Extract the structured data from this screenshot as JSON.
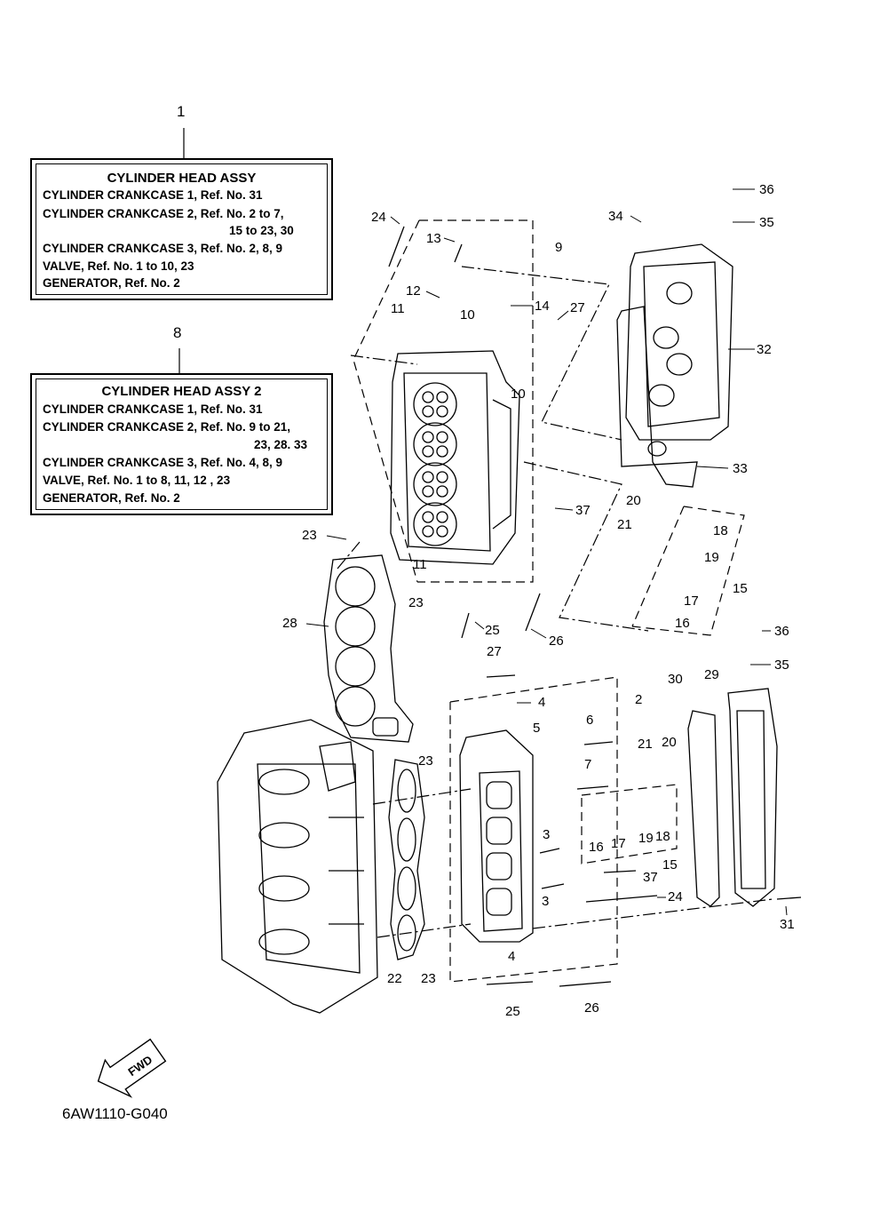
{
  "kits": [
    {
      "ref": "1",
      "title": "CYLINDER HEAD ASSY",
      "lines": [
        "CYLINDER CRANKCASE 1,  Ref. No. 31",
        "CYLINDER CRANKCASE 2,  Ref. No. 2 to 7,",
        "15  to  23,  30",
        "CYLINDER CRANKCASE 3,  Ref. No. 2, 8, 9",
        "VALVE,  Ref. No. 1 to 10, 23",
        "GENERATOR,  Ref. No. 2"
      ]
    },
    {
      "ref": "8",
      "title": "CYLINDER HEAD ASSY 2",
      "lines": [
        "CYLINDER CRANKCASE 1,  Ref. No. 31",
        "CYLINDER CRANKCASE 2,  Ref. No. 9 to 21,",
        "23,  28.  33",
        "CYLINDER CRANKCASE 3,  Ref. No. 4, 8, 9",
        "VALVE,  Ref. No. 1 to 8,  11,  12 ,  23",
        "GENERATOR,  Ref. No. 2"
      ]
    }
  ],
  "callouts": {
    "c24a": "24",
    "c13": "13",
    "c9": "9",
    "c34": "34",
    "c36a": "36",
    "c35a": "35",
    "c12": "12",
    "c14": "14",
    "c27a": "27",
    "c11a": "11",
    "c10a": "10",
    "c32": "32",
    "c10b": "10",
    "c33": "33",
    "c37a": "37",
    "c20a": "20",
    "c21a": "21",
    "c18a": "18",
    "c19a": "19",
    "c23a": "23",
    "c11b": "11",
    "c15a": "15",
    "c17a": "17",
    "c23b": "23",
    "c16a": "16",
    "c28": "28",
    "c25a": "25",
    "c26a": "26",
    "c36b": "36",
    "c27b": "27",
    "c35b": "35",
    "c30": "30",
    "c29": "29",
    "c2": "2",
    "c4a": "4",
    "c6": "6",
    "c5": "5",
    "c21b": "21",
    "c20b": "20",
    "c23c": "23",
    "c7": "7",
    "c3a": "3",
    "c16b": "16",
    "c17b": "17",
    "c19b": "19",
    "c18b": "18",
    "c15b": "15",
    "c37b": "37",
    "c3b": "3",
    "c24b": "24",
    "c31": "31",
    "c4b": "4",
    "c22": "22",
    "c23d": "23",
    "c25b": "25",
    "c26b": "26"
  },
  "fwd_label": "FWD",
  "diagram_code": "6AW1110-G040"
}
